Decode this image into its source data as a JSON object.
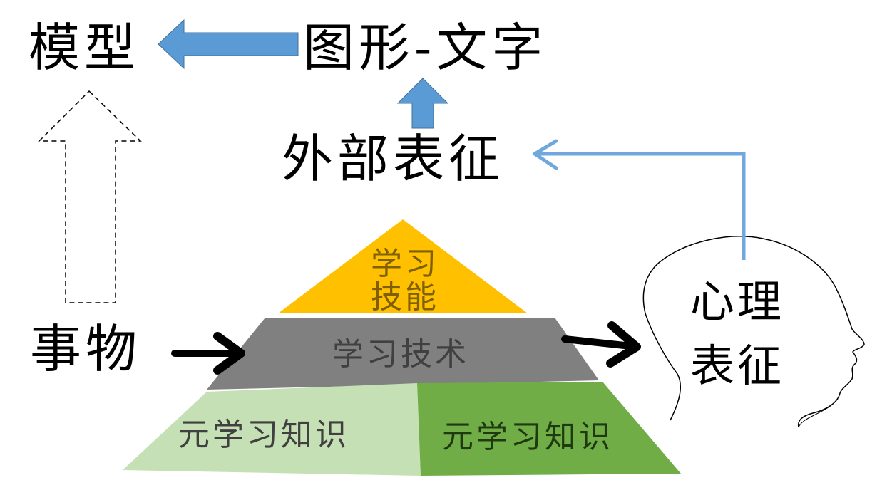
{
  "labels": {
    "model": "模型",
    "graphic_text": "图形-文字",
    "external_representation": "外部表征",
    "things": "事物",
    "mental_representation_line1": "心理",
    "mental_representation_line2": "表征"
  },
  "pyramid": {
    "top": {
      "line1": "学习",
      "line2": "技能"
    },
    "middle": "学习技术",
    "bottom_left": "元学习知识",
    "bottom_right": "元学习知识"
  },
  "colors": {
    "arrow_blue": "#5B9BD5",
    "line_blue": "#6FA8DC",
    "top_layer": "#FFC000",
    "middle_layer": "#808080",
    "bottom_left_layer": "#C5E0B4",
    "bottom_right_layer": "#70AD47",
    "top_text": "#7F6000",
    "middle_text": "#404040"
  }
}
